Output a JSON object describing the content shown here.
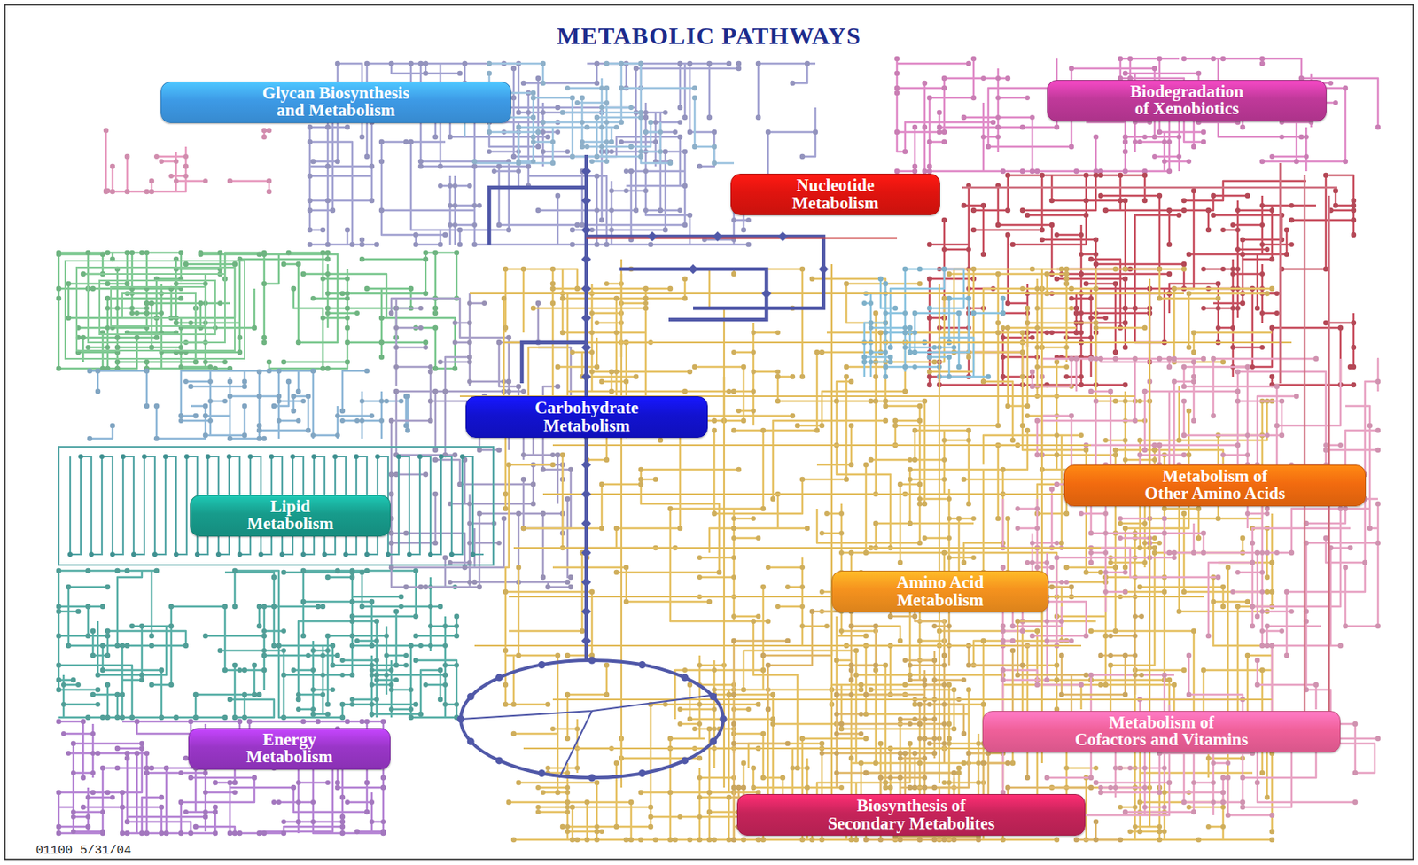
{
  "diagram": {
    "title": "METABOLIC PATHWAYS",
    "nodes": [
      {
        "text": [
          "Glycan Biosynthesis and Metabolism"
        ]
      },
      {
        "text": [
          "Biodegradation of Xenobiotics"
        ]
      },
      {
        "text": [
          "Nucleotide Metabolism"
        ]
      },
      {
        "text": [
          "Carbohydrate Metabolism"
        ]
      },
      {
        "text": [
          "Metabolism of Other Amino Acids"
        ]
      },
      {
        "text": [
          "Lipid Metabolism"
        ]
      },
      {
        "text": [
          "Amino Acid Metabolism"
        ]
      },
      {
        "text": [
          "Metabolism of Cofactors and Vitamins"
        ]
      },
      {
        "text": [
          "Energy Metabolism"
        ]
      },
      {
        "text": [
          "Biosynthesis of Secondary Metabolites"
        ]
      }
    ],
    "labels": [
      "01100 5/31/04"
    ]
  }
}
